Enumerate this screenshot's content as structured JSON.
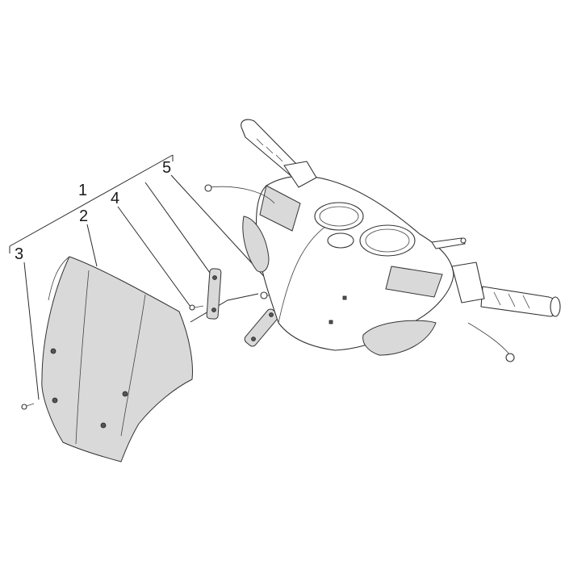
{
  "callouts": [
    {
      "id": "1",
      "text": "1"
    },
    {
      "id": "2",
      "text": "2"
    },
    {
      "id": "3",
      "text": "3"
    },
    {
      "id": "4",
      "text": "4"
    },
    {
      "id": "5",
      "text": "5"
    }
  ],
  "colors": {
    "line": "#2a2a2a",
    "shade": "#d9d9d9",
    "background": "#ffffff"
  }
}
